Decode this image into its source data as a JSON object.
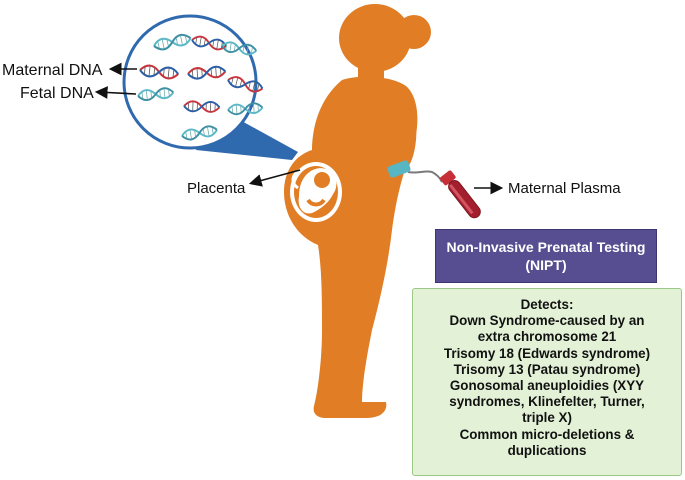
{
  "labels": {
    "maternal_dna": "Maternal DNA",
    "fetal_dna": "Fetal DNA",
    "placenta": "Placenta",
    "maternal_plasma": "Maternal Plasma"
  },
  "nipt": {
    "line1": "Non-Invasive Prenatal Testing",
    "line2": "(NIPT)"
  },
  "detects": {
    "lines": [
      "Detects:",
      "Down Syndrome-caused by an",
      "extra chromosome 21",
      "Trisomy 18 (Edwards syndrome)",
      "Trisomy 13 (Patau syndrome)",
      "Gonosomal aneuploidies (XYY",
      "syndromes, Klinefelter, Turner,",
      "triple X)",
      "Common micro-deletions &",
      "duplications"
    ]
  },
  "colors": {
    "body": "#e07d25",
    "magnifier": "#2f69ae",
    "maternal_dna_strand": "#c8353c",
    "fetal_dna_strand": "#5ab8c8",
    "nipt_box": "#574d91",
    "detects_box": "#e3f1d7",
    "blood": "#a31f2e"
  },
  "icons": {
    "maternal_dna": "dna-helix-red-blue-icon",
    "fetal_dna": "dna-helix-teal-icon",
    "blood_tube": "blood-tube-icon"
  }
}
